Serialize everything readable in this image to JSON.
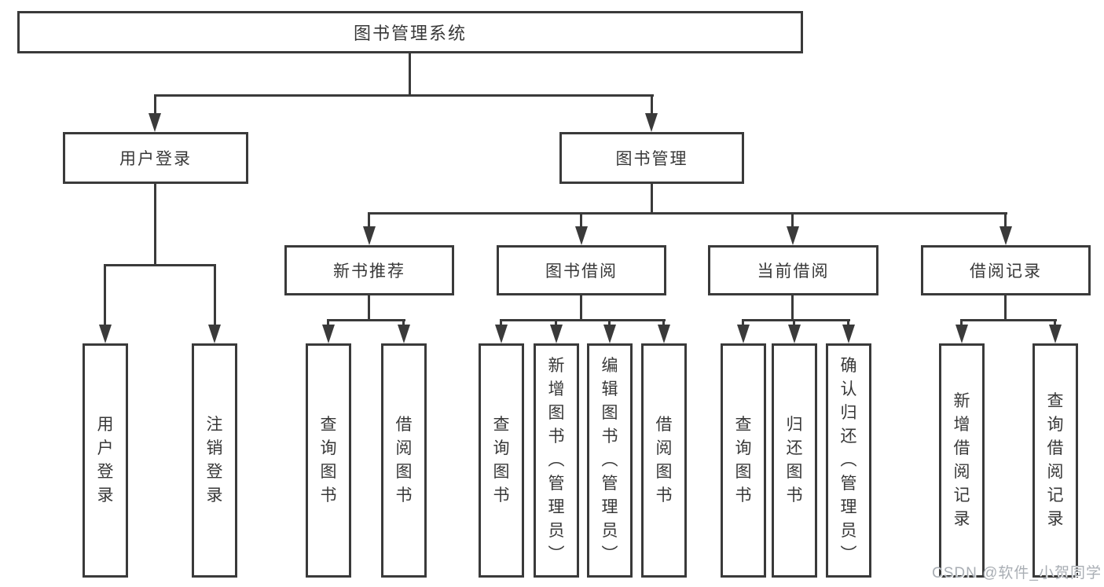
{
  "diagram": {
    "root": {
      "label": "图书管理系统"
    },
    "branches": [
      {
        "label": "用户登录",
        "children": [
          {
            "label": "用户登录"
          },
          {
            "label": "注销登录"
          }
        ]
      },
      {
        "label": "图书管理",
        "children": [
          {
            "label": "新书推荐",
            "children": [
              {
                "label": "查询图书"
              },
              {
                "label": "借阅图书"
              }
            ]
          },
          {
            "label": "图书借阅",
            "children": [
              {
                "label": "查询图书"
              },
              {
                "label": "新增图书（管理员）"
              },
              {
                "label": "编辑图书（管理员）"
              },
              {
                "label": "借阅图书"
              }
            ]
          },
          {
            "label": "当前借阅",
            "children": [
              {
                "label": "查询图书"
              },
              {
                "label": "归还图书"
              },
              {
                "label": "确认归还（管理员）"
              }
            ]
          },
          {
            "label": "借阅记录",
            "children": [
              {
                "label": "新增借阅记录"
              },
              {
                "label": "查询借阅记录"
              }
            ]
          }
        ]
      }
    ]
  },
  "watermark": {
    "text": "CSDN @软件_小贺同学"
  },
  "colors": {
    "line": "#3a3a3a",
    "text": "#383838",
    "box_fill": "#ffffff",
    "watermark": "#a9aeb4",
    "background": "#ffffff"
  }
}
